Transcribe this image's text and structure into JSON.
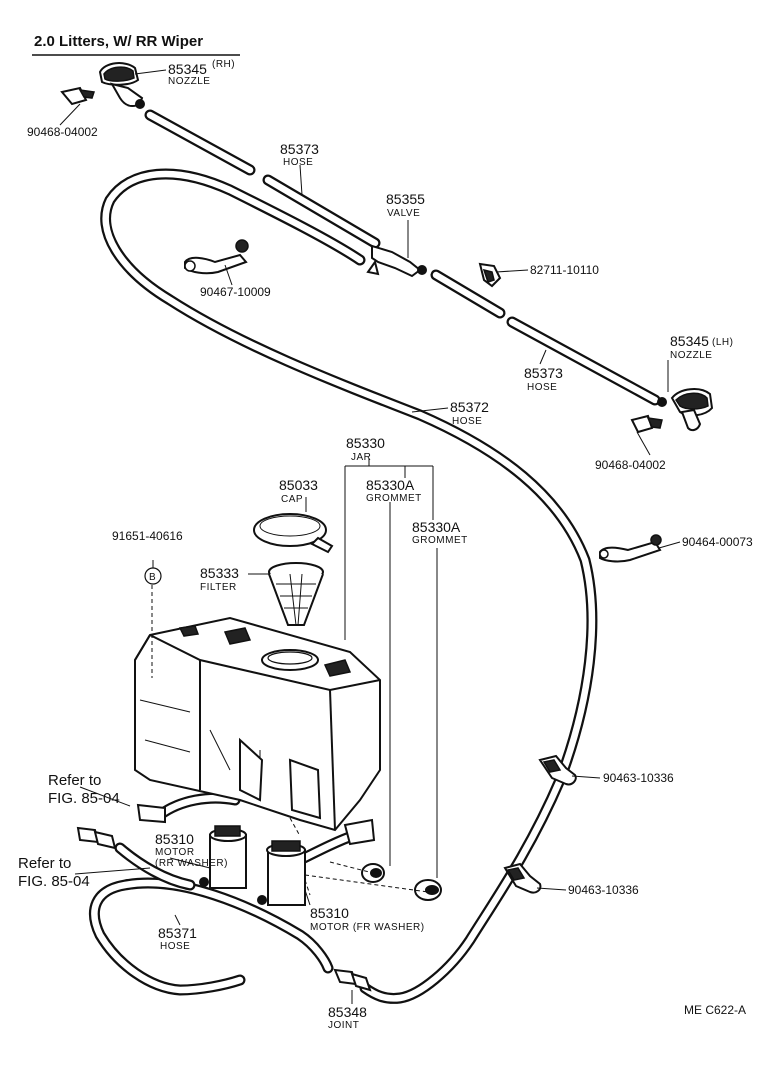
{
  "title": "2.0 Litters, W/ RR Wiper",
  "figure_code": "ME  C622-A",
  "parts": {
    "nozzle_rh": {
      "number": "85345",
      "suffix": "(RH)",
      "name": "NOZZLE"
    },
    "clip_rh": {
      "number": "90468-04002"
    },
    "hose_upper": {
      "number": "85373",
      "name": "HOSE"
    },
    "valve": {
      "number": "85355",
      "name": "VALVE"
    },
    "clamp_a": {
      "number": "82711-10110"
    },
    "clamp_b": {
      "number": "90467-10009"
    },
    "hose_right": {
      "number": "85373",
      "name": "HOSE"
    },
    "nozzle_lh": {
      "number": "85345",
      "suffix": "(LH)",
      "name": "NOZZLE"
    },
    "clip_lh": {
      "number": "90468-04002"
    },
    "hose_long": {
      "number": "85372",
      "name": "HOSE"
    },
    "jar": {
      "number": "85330",
      "name": "JAR"
    },
    "cap": {
      "number": "85033",
      "name": "CAP"
    },
    "grommet_1": {
      "number": "85330A",
      "name": "GROMMET"
    },
    "grommet_2": {
      "number": "85330A",
      "name": "GROMMET"
    },
    "bolt": {
      "number": "91651-40616",
      "marker": "B"
    },
    "filter": {
      "number": "85333",
      "name": "FILTER"
    },
    "clamp_c": {
      "number": "90464-00073"
    },
    "clamp_d": {
      "number": "90463-10336"
    },
    "clamp_e": {
      "number": "90463-10336"
    },
    "motor_rr": {
      "number": "85310",
      "name": "MOTOR",
      "detail": "(RR WASHER)"
    },
    "motor_fr": {
      "number": "85310",
      "name": "MOTOR (FR WASHER)"
    },
    "hose_lower": {
      "number": "85371",
      "name": "HOSE"
    },
    "joint": {
      "number": "85348",
      "name": "JOINT"
    }
  },
  "references": [
    {
      "line1": "Refer to",
      "line2": "FIG. 85-04"
    },
    {
      "line1": "Refer to",
      "line2": "FIG. 85-04"
    }
  ]
}
